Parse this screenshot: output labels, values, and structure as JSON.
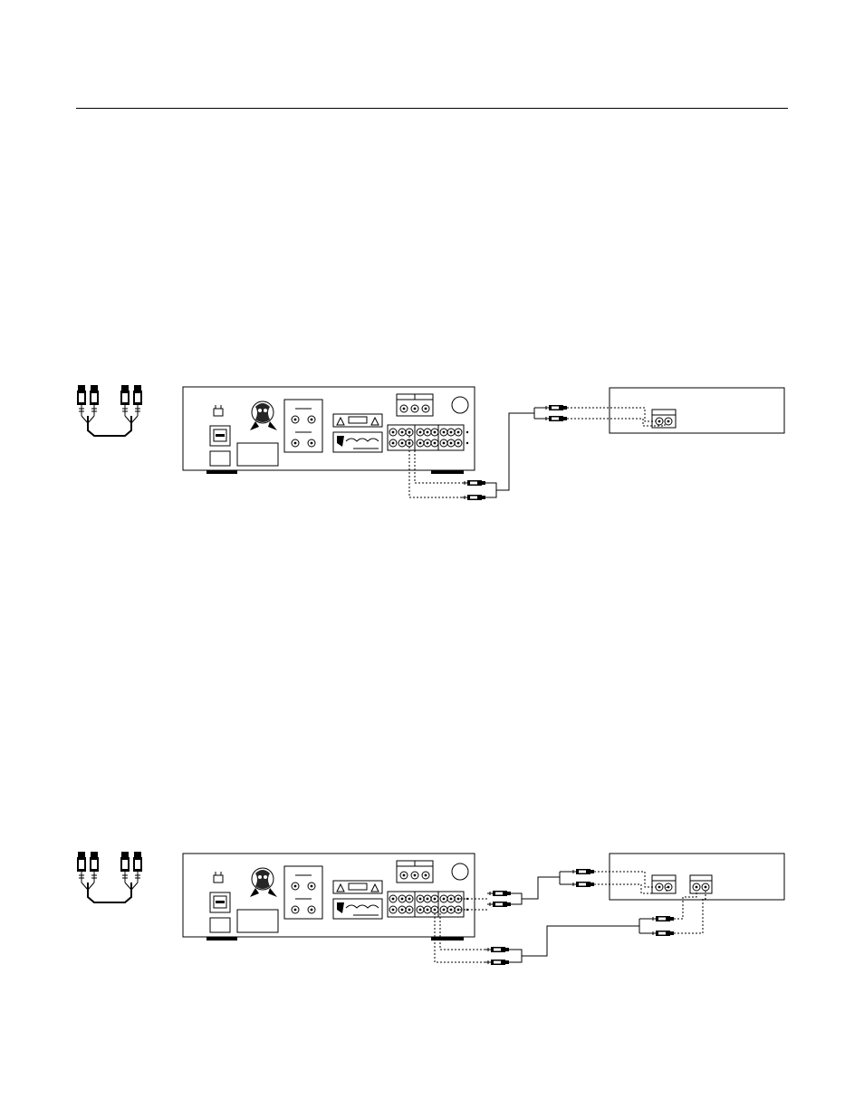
{
  "page": {
    "background": "#ffffff",
    "line_color": "#000000"
  },
  "diagrams": [
    {
      "name": "connection-diagram-1",
      "icon": "rca-stereo-cable-icon",
      "device": "amplifier-rear-panel",
      "external_device": "external-component-box",
      "cable_pairs": 1
    },
    {
      "name": "connection-diagram-2",
      "icon": "rca-stereo-cable-icon",
      "device": "amplifier-rear-panel",
      "external_device": "external-component-box",
      "cable_pairs": 2
    }
  ]
}
